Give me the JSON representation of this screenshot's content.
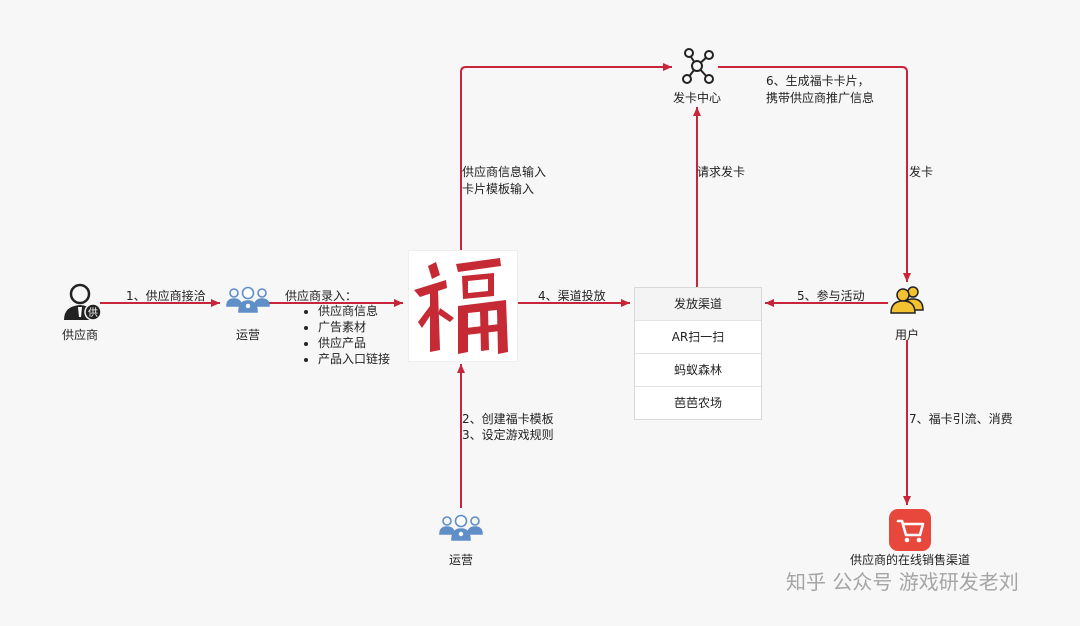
{
  "nodes": {
    "supplier": "供应商",
    "ops_left": "运营",
    "ops_bottom": "运营",
    "card_center": "发卡中心",
    "user": "用户",
    "sales_channel": "供应商的在线销售渠道"
  },
  "fu_character": "福",
  "supplier_entry": {
    "title": "供应商录入：",
    "items": [
      "供应商信息",
      "广告素材",
      "供应产品",
      "产品入口链接"
    ]
  },
  "channels": {
    "header": "发放渠道",
    "items": [
      "AR扫一扫",
      "蚂蚁森林",
      "芭芭农场"
    ]
  },
  "edges": {
    "e1": "1、供应商接洽",
    "e_template_input_1": "供应商信息输入",
    "e_template_input_2": "卡片模板输入",
    "e2_1": "2、创建福卡模板",
    "e2_2": "3、设定游戏规则",
    "e4": "4、渠道投放",
    "e5": "5、参与活动",
    "e_request": "请求发卡",
    "e6_1": "6、生成福卡卡片，",
    "e6_2": "携带供应商推广信息",
    "e_issue": "发卡",
    "e7": "7、福卡引流、消费"
  },
  "watermark": "知乎 公众号  游戏研发老刘",
  "colors": {
    "arrow": "#c8243a",
    "icon_dark": "#222222",
    "icon_blue": "#5f8fc6",
    "user_yellow": "#f2c230",
    "cart_red": "#e8473b",
    "fu_red": "#c52a35"
  }
}
